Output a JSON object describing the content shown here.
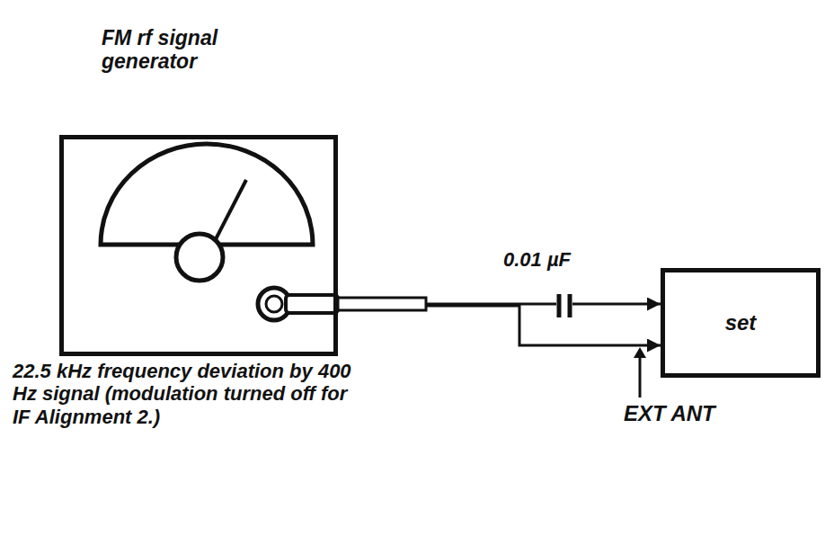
{
  "diagram": {
    "nodes": [
      {
        "text": [
          "FM rf signal generator"
        ]
      },
      {
        "text": [
          "set"
        ]
      }
    ],
    "edges": [
      {
        "from": 0,
        "to": 1,
        "arrow": "to"
      },
      {
        "from": 0,
        "to": 1,
        "arrow": "to"
      }
    ],
    "labels": [
      "22.5 kHz frequency deviation by 400 Hz signal (modulation turned off for IF Alignment 2.)",
      "0.01 µF",
      "EXT ANT"
    ]
  }
}
